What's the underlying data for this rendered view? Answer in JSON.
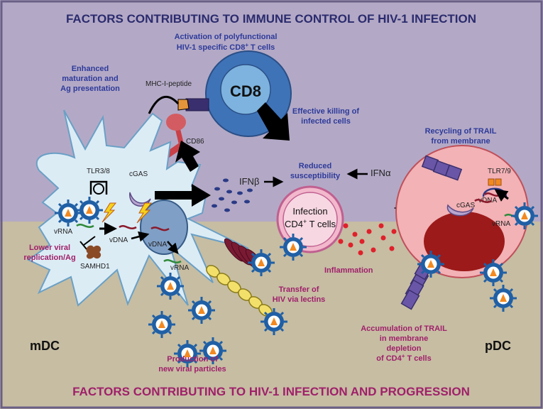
{
  "titles": {
    "top": "FACTORS CONTRIBUTING TO IMMUNE CONTROL OF HIV-1 INFECTION",
    "bottom": "FACTORS CONTRIBUTING TO HIV-1 INFECTION AND PROGRESSION"
  },
  "labels": {
    "activation_line1": "Activation of polyfunctional",
    "activation_line2": "HIV-1 specific CD8",
    "activation_sup": "+",
    "activation_line2_tail": " T cells",
    "enhanced_line1": "Enhanced",
    "enhanced_line2": "maturation and",
    "enhanced_line3": "Ag presentation",
    "mhc": "MHC-I-peptide",
    "cd8": "CD8",
    "effective_line1": "Effective killing of",
    "effective_line2": "infected cells",
    "recycling_line1": "Recycling of TRAIL",
    "recycling_line2": "from membrane",
    "cd86": "CD86",
    "ifnb": "IFNβ",
    "reduced_line1": "Reduced",
    "reduced_line2": "susceptibility",
    "ifna": "IFNα",
    "tlr38": "TLR3/8",
    "cgas_mdc": "cGAS",
    "tlr79": "TLR7/9",
    "cgas_pdc": "cGAS",
    "vdna_pdc": "vDNA",
    "vrna_pdc": "vRNA",
    "infection_line1": "Infection",
    "infection_line2": "CD4",
    "infection_sup": "+",
    "infection_tail": " T cells",
    "vrna_mdc1": "vRNA",
    "vdna_mdc1": "vDNA",
    "vdna_nucleus": "vDNA",
    "vrna_mdc2": "vRNA",
    "samhd1": "SAMHD1",
    "lower_line1": "Lower viral",
    "lower_line2": "replication/Ag",
    "inflammation": "Inflammation",
    "transfer_line1": "Transfer of",
    "transfer_line2": "HIV via lectins",
    "mdc": "mDC",
    "pdc": "pDC",
    "production_line1": "Production of",
    "production_line2": "new viral particles",
    "accum_line1": "Accumulation of TRAIL",
    "accum_line2": "in membrane",
    "accum_line3": "depletion",
    "accum_line4": "of CD4",
    "accum_sup": "+",
    "accum_tail": " T cells"
  },
  "colors": {
    "top_bg": "#b3a9c6",
    "bottom_bg": "#c6bda3",
    "title_top": "#2b2b6e",
    "title_bottom": "#a0206a",
    "blue_text": "#2e3a9a",
    "magenta_text": "#a0206a",
    "mdc_fill": "#dcecf5",
    "pdc_fill": "#f2b2b6",
    "cd8_outer": "#3f73b8",
    "cd8_inner": "#7db3de",
    "nucleus_red": "#9c1a1a",
    "virus": "#1f5fa5",
    "virus_core": "#f28a21"
  },
  "icons": {
    "arrows": "black-block-arrow-icon",
    "virus": "hiv-virion-icon",
    "lightning": "lightning-bolt-icon",
    "dots": "cytokine-dot-icon"
  }
}
